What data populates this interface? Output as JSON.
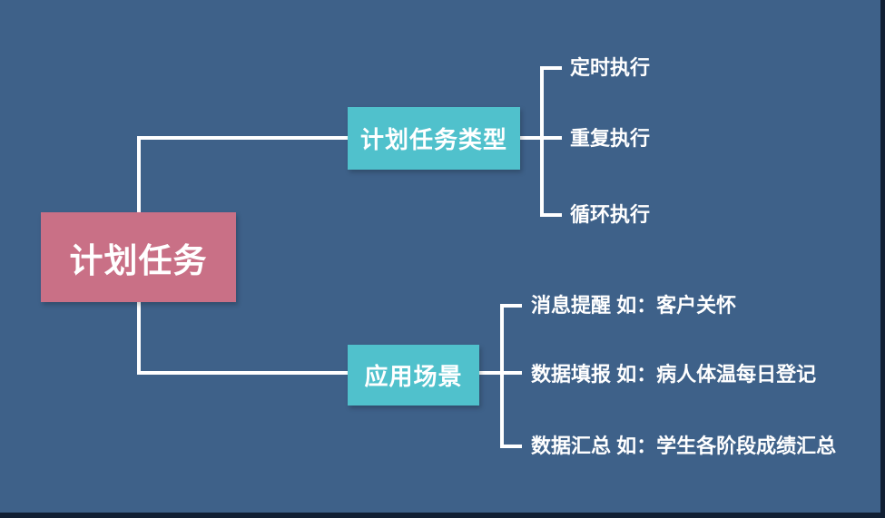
{
  "colors": {
    "background": "#3E6189",
    "edge": "#111F33",
    "root_fill": "#C97086",
    "branch_fill": "#50C1CC",
    "line": "#FFFFFF",
    "text": "#FFFFFF"
  },
  "mindmap": {
    "root": {
      "label": "计划任务"
    },
    "branches": [
      {
        "label": "计划任务类型",
        "children": [
          {
            "label": "定时执行"
          },
          {
            "label": "重复执行"
          },
          {
            "label": "循环执行"
          }
        ]
      },
      {
        "label": "应用场景",
        "children": [
          {
            "label": "消息提醒 如：客户关怀"
          },
          {
            "label": "数据填报 如：病人体温每日登记"
          },
          {
            "label": "数据汇总 如：学生各阶段成绩汇总"
          }
        ]
      }
    ]
  }
}
